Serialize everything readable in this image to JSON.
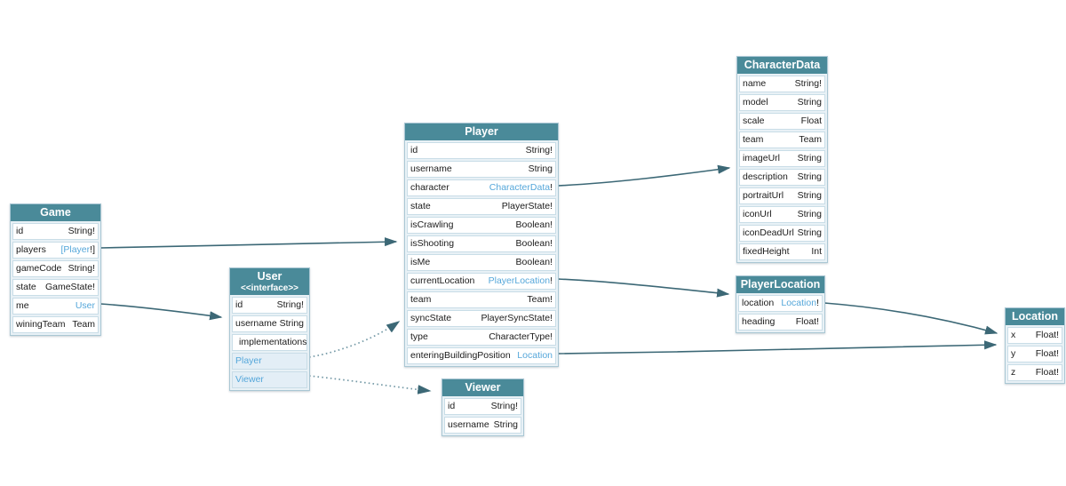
{
  "diagram": {
    "colors": {
      "header_bg": "#4a8a99",
      "header_text": "#ffffff",
      "link": "#55a7da",
      "arrow": "#3c6876",
      "arrow_dotted": "#7499a6",
      "table_bg": "#e8f1f6",
      "row_bg": "#ffffff",
      "impl_row_bg": "#e3eef6",
      "border": "#aac7d4",
      "row_border": "#c9dde7",
      "text": "#1b1b1b"
    },
    "tables": [
      {
        "title": "Game",
        "subtitle": "",
        "rows": [
          {
            "kind": "field",
            "name": "id",
            "type": [
              {
                "t": "String!",
                "link": false
              }
            ]
          },
          {
            "kind": "field",
            "name": "players",
            "type": [
              {
                "t": "[Player",
                "link": true
              },
              {
                "t": "!]",
                "link": false
              }
            ]
          },
          {
            "kind": "field",
            "name": "gameCode",
            "type": [
              {
                "t": "String!",
                "link": false
              }
            ]
          },
          {
            "kind": "field",
            "name": "state",
            "type": [
              {
                "t": "GameState!",
                "link": false
              }
            ]
          },
          {
            "kind": "field",
            "name": "me",
            "type": [
              {
                "t": "User",
                "link": true
              }
            ]
          },
          {
            "kind": "field",
            "name": "winingTeam",
            "type": [
              {
                "t": "Team",
                "link": false
              }
            ]
          }
        ]
      },
      {
        "title": "User",
        "subtitle": "<<interface>>",
        "rows": [
          {
            "kind": "field",
            "name": "id",
            "type": [
              {
                "t": "String!",
                "link": false
              }
            ]
          },
          {
            "kind": "field",
            "name": "username",
            "type": [
              {
                "t": "String",
                "link": false
              }
            ]
          },
          {
            "kind": "section",
            "name": "implementations"
          },
          {
            "kind": "impl",
            "name": "Player"
          },
          {
            "kind": "impl",
            "name": "Viewer"
          }
        ]
      },
      {
        "title": "Player",
        "subtitle": "",
        "rows": [
          {
            "kind": "field",
            "name": "id",
            "type": [
              {
                "t": "String!",
                "link": false
              }
            ]
          },
          {
            "kind": "field",
            "name": "username",
            "type": [
              {
                "t": "String",
                "link": false
              }
            ]
          },
          {
            "kind": "field",
            "name": "character",
            "type": [
              {
                "t": "CharacterData",
                "link": true
              },
              {
                "t": "!",
                "link": false
              }
            ]
          },
          {
            "kind": "field",
            "name": "state",
            "type": [
              {
                "t": "PlayerState!",
                "link": false
              }
            ]
          },
          {
            "kind": "field",
            "name": "isCrawling",
            "type": [
              {
                "t": "Boolean!",
                "link": false
              }
            ]
          },
          {
            "kind": "field",
            "name": "isShooting",
            "type": [
              {
                "t": "Boolean!",
                "link": false
              }
            ]
          },
          {
            "kind": "field",
            "name": "isMe",
            "type": [
              {
                "t": "Boolean!",
                "link": false
              }
            ]
          },
          {
            "kind": "field",
            "name": "currentLocation",
            "type": [
              {
                "t": "PlayerLocation",
                "link": true
              },
              {
                "t": "!",
                "link": false
              }
            ]
          },
          {
            "kind": "field",
            "name": "team",
            "type": [
              {
                "t": "Team!",
                "link": false
              }
            ]
          },
          {
            "kind": "field",
            "name": "syncState",
            "type": [
              {
                "t": "PlayerSyncState!",
                "link": false
              }
            ]
          },
          {
            "kind": "field",
            "name": "type",
            "type": [
              {
                "t": "CharacterType!",
                "link": false
              }
            ]
          },
          {
            "kind": "field",
            "name": "enteringBuildingPosition",
            "type": [
              {
                "t": "Location",
                "link": true
              }
            ]
          }
        ]
      },
      {
        "title": "CharacterData",
        "subtitle": "",
        "rows": [
          {
            "kind": "field",
            "name": "name",
            "type": [
              {
                "t": "String!",
                "link": false
              }
            ]
          },
          {
            "kind": "field",
            "name": "model",
            "type": [
              {
                "t": "String",
                "link": false
              }
            ]
          },
          {
            "kind": "field",
            "name": "scale",
            "type": [
              {
                "t": "Float",
                "link": false
              }
            ]
          },
          {
            "kind": "field",
            "name": "team",
            "type": [
              {
                "t": "Team",
                "link": false
              }
            ]
          },
          {
            "kind": "field",
            "name": "imageUrl",
            "type": [
              {
                "t": "String",
                "link": false
              }
            ]
          },
          {
            "kind": "field",
            "name": "description",
            "type": [
              {
                "t": "String",
                "link": false
              }
            ]
          },
          {
            "kind": "field",
            "name": "portraitUrl",
            "type": [
              {
                "t": "String",
                "link": false
              }
            ]
          },
          {
            "kind": "field",
            "name": "iconUrl",
            "type": [
              {
                "t": "String",
                "link": false
              }
            ]
          },
          {
            "kind": "field",
            "name": "iconDeadUrl",
            "type": [
              {
                "t": "String",
                "link": false
              }
            ]
          },
          {
            "kind": "field",
            "name": "fixedHeight",
            "type": [
              {
                "t": "Int",
                "link": false
              }
            ]
          }
        ]
      },
      {
        "title": "PlayerLocation",
        "subtitle": "",
        "rows": [
          {
            "kind": "field",
            "name": "location",
            "type": [
              {
                "t": "Location",
                "link": true
              },
              {
                "t": "!",
                "link": false
              }
            ]
          },
          {
            "kind": "field",
            "name": "heading",
            "type": [
              {
                "t": "Float!",
                "link": false
              }
            ]
          }
        ]
      },
      {
        "title": "Location",
        "subtitle": "",
        "rows": [
          {
            "kind": "field",
            "name": "x",
            "type": [
              {
                "t": "Float!",
                "link": false
              }
            ]
          },
          {
            "kind": "field",
            "name": "y",
            "type": [
              {
                "t": "Float!",
                "link": false
              }
            ]
          },
          {
            "kind": "field",
            "name": "z",
            "type": [
              {
                "t": "Float!",
                "link": false
              }
            ]
          }
        ]
      },
      {
        "title": "Viewer",
        "subtitle": "",
        "rows": [
          {
            "kind": "field",
            "name": "id",
            "type": [
              {
                "t": "String!",
                "link": false
              }
            ]
          },
          {
            "kind": "field",
            "name": "username",
            "type": [
              {
                "t": "String",
                "link": false
              }
            ]
          }
        ]
      }
    ],
    "connections": [
      {
        "from": "Game.players",
        "to": "Player",
        "style": "solid"
      },
      {
        "from": "Game.me",
        "to": "User",
        "style": "solid"
      },
      {
        "from": "User.Player",
        "to": "Player",
        "style": "dotted"
      },
      {
        "from": "User.Viewer",
        "to": "Viewer",
        "style": "dotted"
      },
      {
        "from": "Player.character",
        "to": "CharacterData",
        "style": "solid"
      },
      {
        "from": "Player.currentLocation",
        "to": "PlayerLocation",
        "style": "solid"
      },
      {
        "from": "PlayerLocation.location",
        "to": "Location",
        "style": "solid"
      },
      {
        "from": "Player.enteringBuildingPosition",
        "to": "Location",
        "style": "solid"
      }
    ]
  }
}
